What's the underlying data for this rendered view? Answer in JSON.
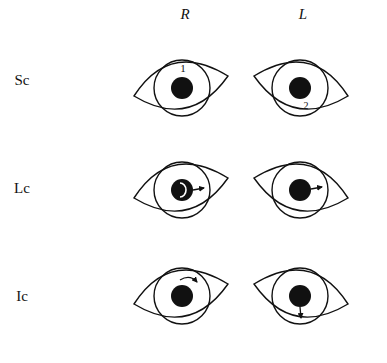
{
  "diagram": {
    "labels": [
      "R",
      "L",
      "Sc",
      "Lc",
      "Ic",
      "1",
      "2"
    ]
  }
}
